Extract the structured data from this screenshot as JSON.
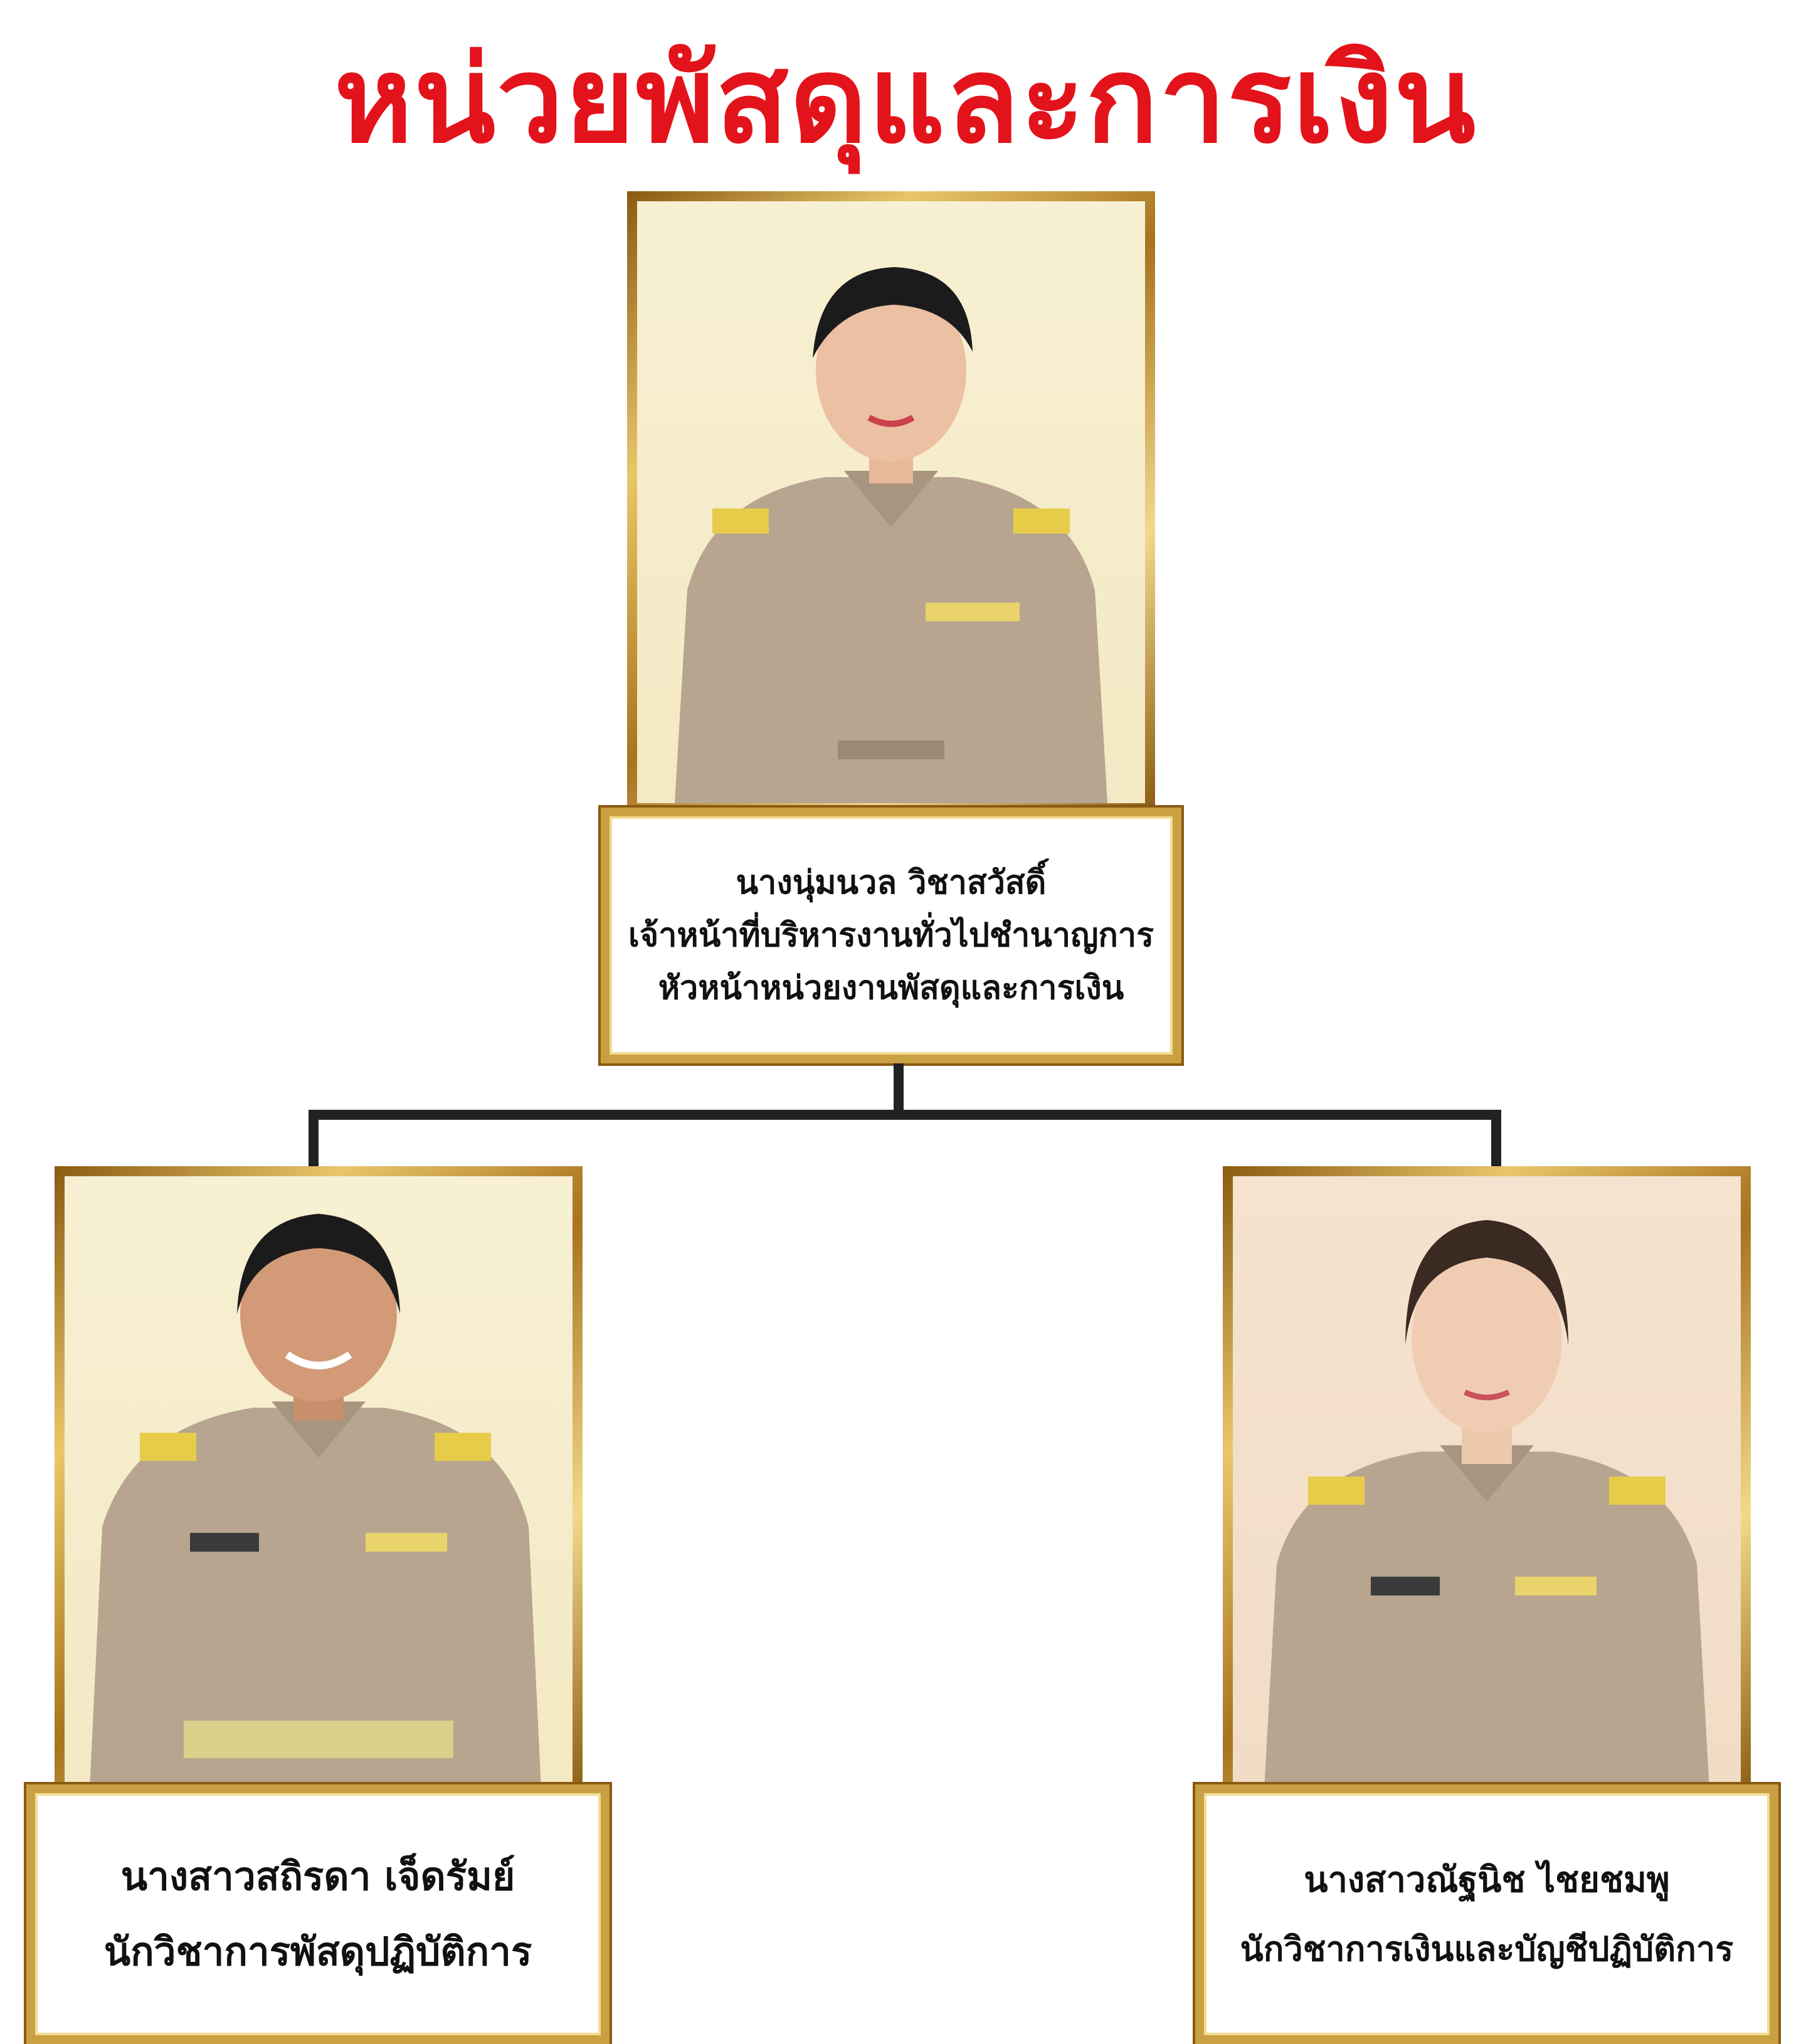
{
  "title": "หน่วยพัสดุและการเงิน",
  "colors": {
    "title": "#e3131b",
    "gold": "#c9a042",
    "line": "#222222"
  },
  "head": {
    "name": "นางนุ่มนวล วิชาสวัสดิ์",
    "position": "เจ้าหน้าที่บริหารงานทั่วไปชำนาญการ",
    "role": "หัวหน้าหน่วยงานพัสดุและการเงิน"
  },
  "left": {
    "name": "นางสาวสถิรดา เจ็ดรัมย์",
    "position": "นักวิชาการพัสดุปฏิบัติการ"
  },
  "right": {
    "name": "นางสาวณัฐนิช ไชยชมพู",
    "position": "นักวิชาการเงินและบัญชีปฏิบัติการ"
  }
}
